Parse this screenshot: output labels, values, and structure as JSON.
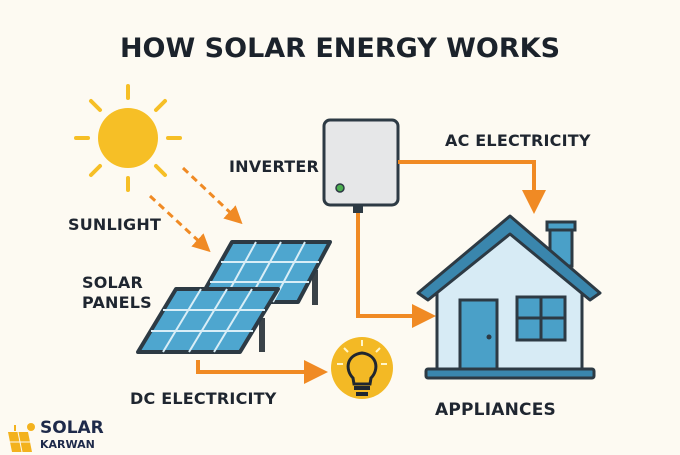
{
  "title": "HOW SOLAR ENERGY WORKS",
  "labels": {
    "sunlight": "SUNLIGHT",
    "solar_panels_line1": "SOLAR",
    "solar_panels_line2": "PANELS",
    "inverter": "INVERTER",
    "ac_electricity": "AC ELECTRICITY",
    "dc_electricity": "DC ELECTRICITY",
    "appliances": "APPLIANCES"
  },
  "logo": {
    "line1": "SOLAR",
    "line2": "KARWAN"
  },
  "colors": {
    "arrow": "#f08a24",
    "sun": "#f6bf26",
    "panel": "#4ea6cf",
    "roof": "#3a86ad",
    "text": "#1f2630"
  }
}
